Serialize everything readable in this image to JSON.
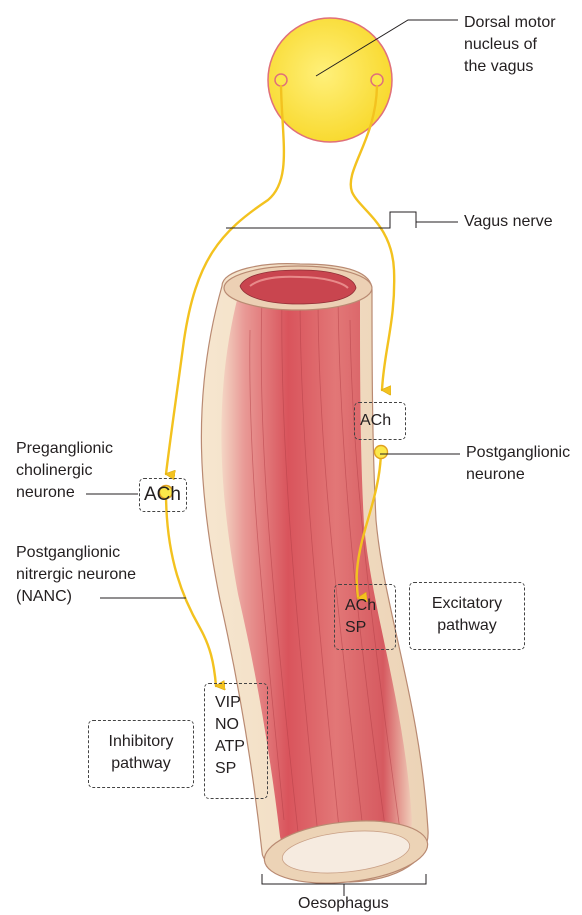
{
  "labels": {
    "dorsal_motor": [
      "Dorsal motor",
      "nucleus of",
      "the vagus"
    ],
    "vagus_nerve": "Vagus nerve",
    "preganglionic": [
      "Preganglionic",
      "cholinergic",
      "neurone"
    ],
    "postganglionic_nitrergic": [
      "Postganglionic",
      "nitrergic neurone",
      "(NANC)"
    ],
    "postganglionic_right": [
      "Postganglionic",
      "neurone"
    ],
    "oesophagus": "Oesophagus"
  },
  "boxes": {
    "ach_left": "ACh",
    "ach_right": "ACh",
    "excitatory_transmitters": [
      "ACh",
      "SP"
    ],
    "excitatory_pathway": [
      "Excitatory",
      "pathway"
    ],
    "inhibitory_transmitters": [
      "VIP",
      "NO",
      "ATP",
      "SP"
    ],
    "inhibitory_pathway": [
      "Inhibitory",
      "pathway"
    ]
  },
  "colors": {
    "nucleus_fill": "#fbe84a",
    "nucleus_stroke": "#e0707a",
    "nerve": "#f3c21f",
    "muscle": "#d9545c",
    "muscle_light": "#f3b7b3",
    "sheath": "#f1dcc0",
    "sheath_stroke": "#b98a72"
  }
}
